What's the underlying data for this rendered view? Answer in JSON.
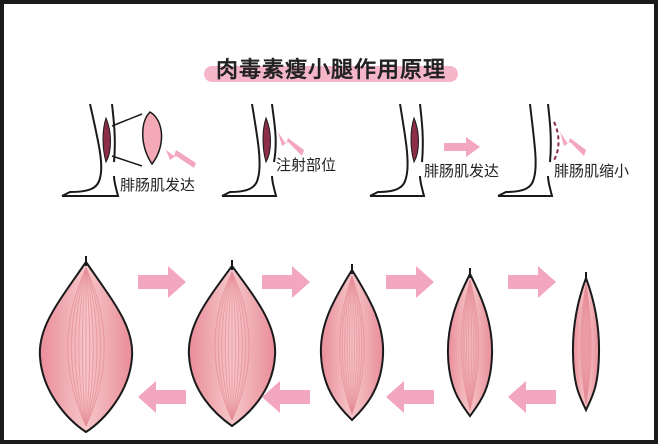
{
  "title": "肉毒素瘦小腿作用原理",
  "steps": [
    {
      "label": "腓肠肌发达"
    },
    {
      "label": "注射部位"
    },
    {
      "label": "腓肠肌发达"
    },
    {
      "label": "腓肠肌缩小"
    }
  ],
  "colors": {
    "highlight": "#f5b6c9",
    "arrow": "#f2a6bf",
    "muscle_dark": "#8c2e48",
    "muscle_light": "#f3b7bd",
    "muscle_stripe": "#e58c97",
    "outline": "#1a1a1a"
  },
  "muscle_sequence": {
    "stages": 5,
    "arrow_direction_top": "right",
    "arrow_direction_bottom": "left"
  }
}
